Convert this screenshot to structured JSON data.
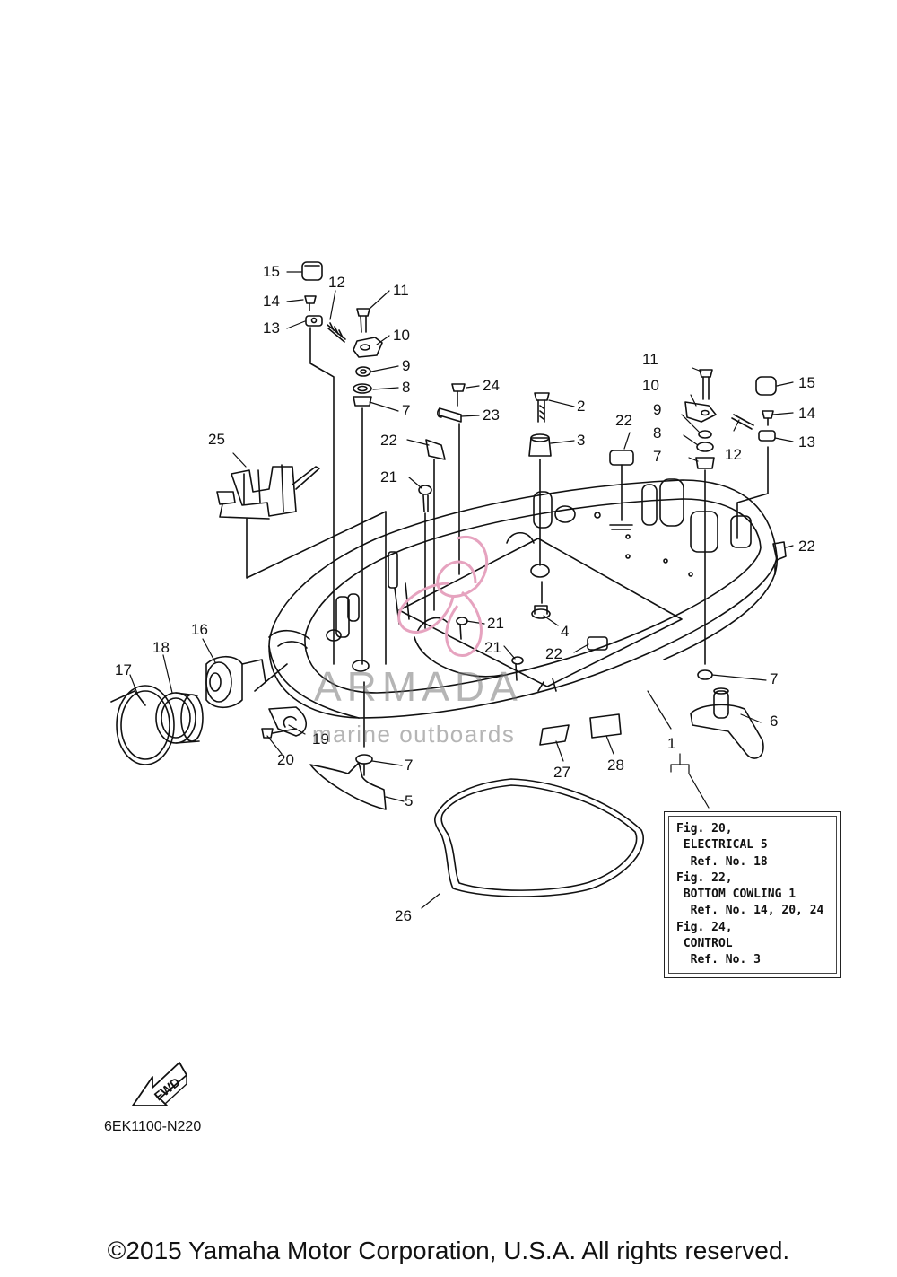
{
  "callouts": [
    "15",
    "14",
    "13",
    "12",
    "11",
    "10",
    "9",
    "8",
    "7",
    "24",
    "23",
    "2",
    "3",
    "22",
    "22",
    "21",
    "25",
    "21",
    "21",
    "4",
    "22",
    "16",
    "18",
    "17",
    "19",
    "20",
    "7",
    "5",
    "27",
    "28",
    "1",
    "6",
    "7",
    "26",
    "11",
    "10",
    "9",
    "8",
    "7",
    "15",
    "14",
    "13",
    "12",
    "22"
  ],
  "reference_box": {
    "lines": [
      "Fig. 20,",
      " ELECTRICAL 5",
      "  Ref. No. 18",
      "Fig. 22,",
      " BOTTOM COWLING 1",
      "  Ref. No. 14, 20, 24",
      "Fig. 24,",
      " CONTROL",
      "  Ref. No. 3"
    ]
  },
  "fwd_arrow_label": "FWD",
  "diagram_code": "6EK1100-N220",
  "watermark": {
    "name": "ARMADA",
    "subtitle": "marine outboards",
    "logo_color": "#e6a3bf"
  },
  "copyright": "©2015 Yamaha Motor Corporation, U.S.A. All rights reserved.",
  "colors": {
    "ink": "#111111",
    "background": "#ffffff"
  }
}
